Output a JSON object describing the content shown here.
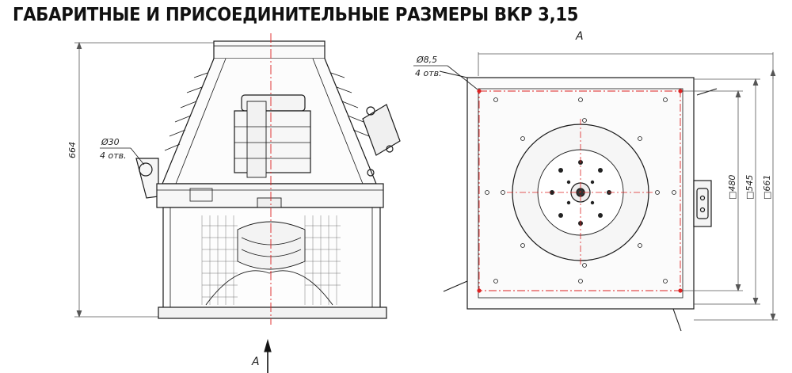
{
  "title": "ГАБАРИТНЫЕ И ПРИСОЕДИНИТЕЛЬНЫЕ РАЗМЕРЫ ВКР 3,15",
  "side_view": {
    "height_dim": "664",
    "hole_dim": "Ø30",
    "hole_count": "4 отв.",
    "view_arrow_label": "А"
  },
  "top_view": {
    "view_label": "А",
    "hole_dim": "Ø8,5",
    "hole_count": "4 отв.",
    "dim_480": "□480",
    "dim_545": "□545",
    "dim_661": "□661"
  }
}
